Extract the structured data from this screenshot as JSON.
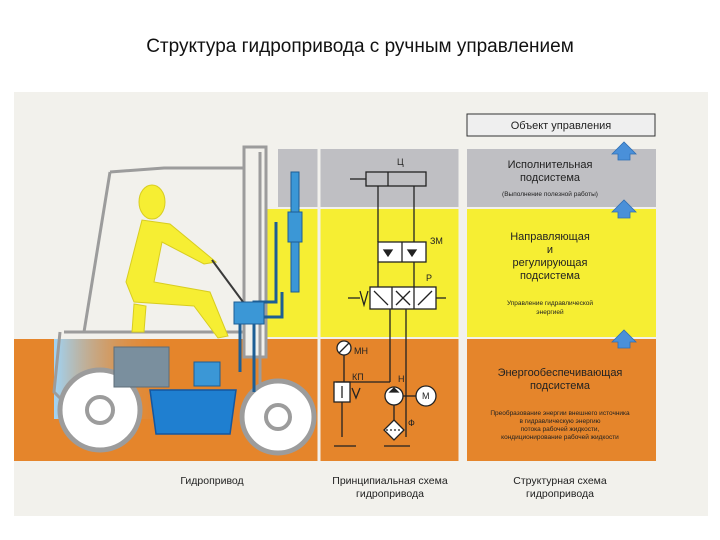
{
  "title": "Структура гидропривода с ручным управлением",
  "boxes": {
    "object": "Объект управления",
    "exec_1": "Исполнительная",
    "exec_2": "подсистема",
    "exec_sub": "(Выполнение полезной работы)",
    "dir_1": "Направляющая",
    "dir_2": "и",
    "dir_3": "регулирующая",
    "dir_4": "подсистема",
    "dir_sub_1": "Управление гидравлической",
    "dir_sub_2": "энергией",
    "energy_1": "Энергообеспечивающая",
    "energy_2": "подсистема",
    "energy_sub_1": "Преобразование энергии внешнего источника",
    "energy_sub_2": "в гидравлическую энергию",
    "energy_sub_3": "потока рабочей жидкости,",
    "energy_sub_4": "кондиционирование рабочей жидкости"
  },
  "symbols": {
    "cylinder": "Ц",
    "lock": "ЗМ",
    "distributor": "Р",
    "gauge": "МН",
    "relief_valve": "КП",
    "pump": "Н",
    "motor": "М",
    "filter": "Ф"
  },
  "captions": {
    "left": "Гидропривод",
    "middle_1": "Принципиальная схема",
    "middle_2": "гидропривода",
    "right_1": "Структурная схема",
    "right_2": "гидропривода"
  },
  "colors": {
    "exec_band": "#bfbfc3",
    "dir_band": "#f6ee33",
    "energy_band": "#e5852b",
    "arrow": "#4a90d9"
  }
}
